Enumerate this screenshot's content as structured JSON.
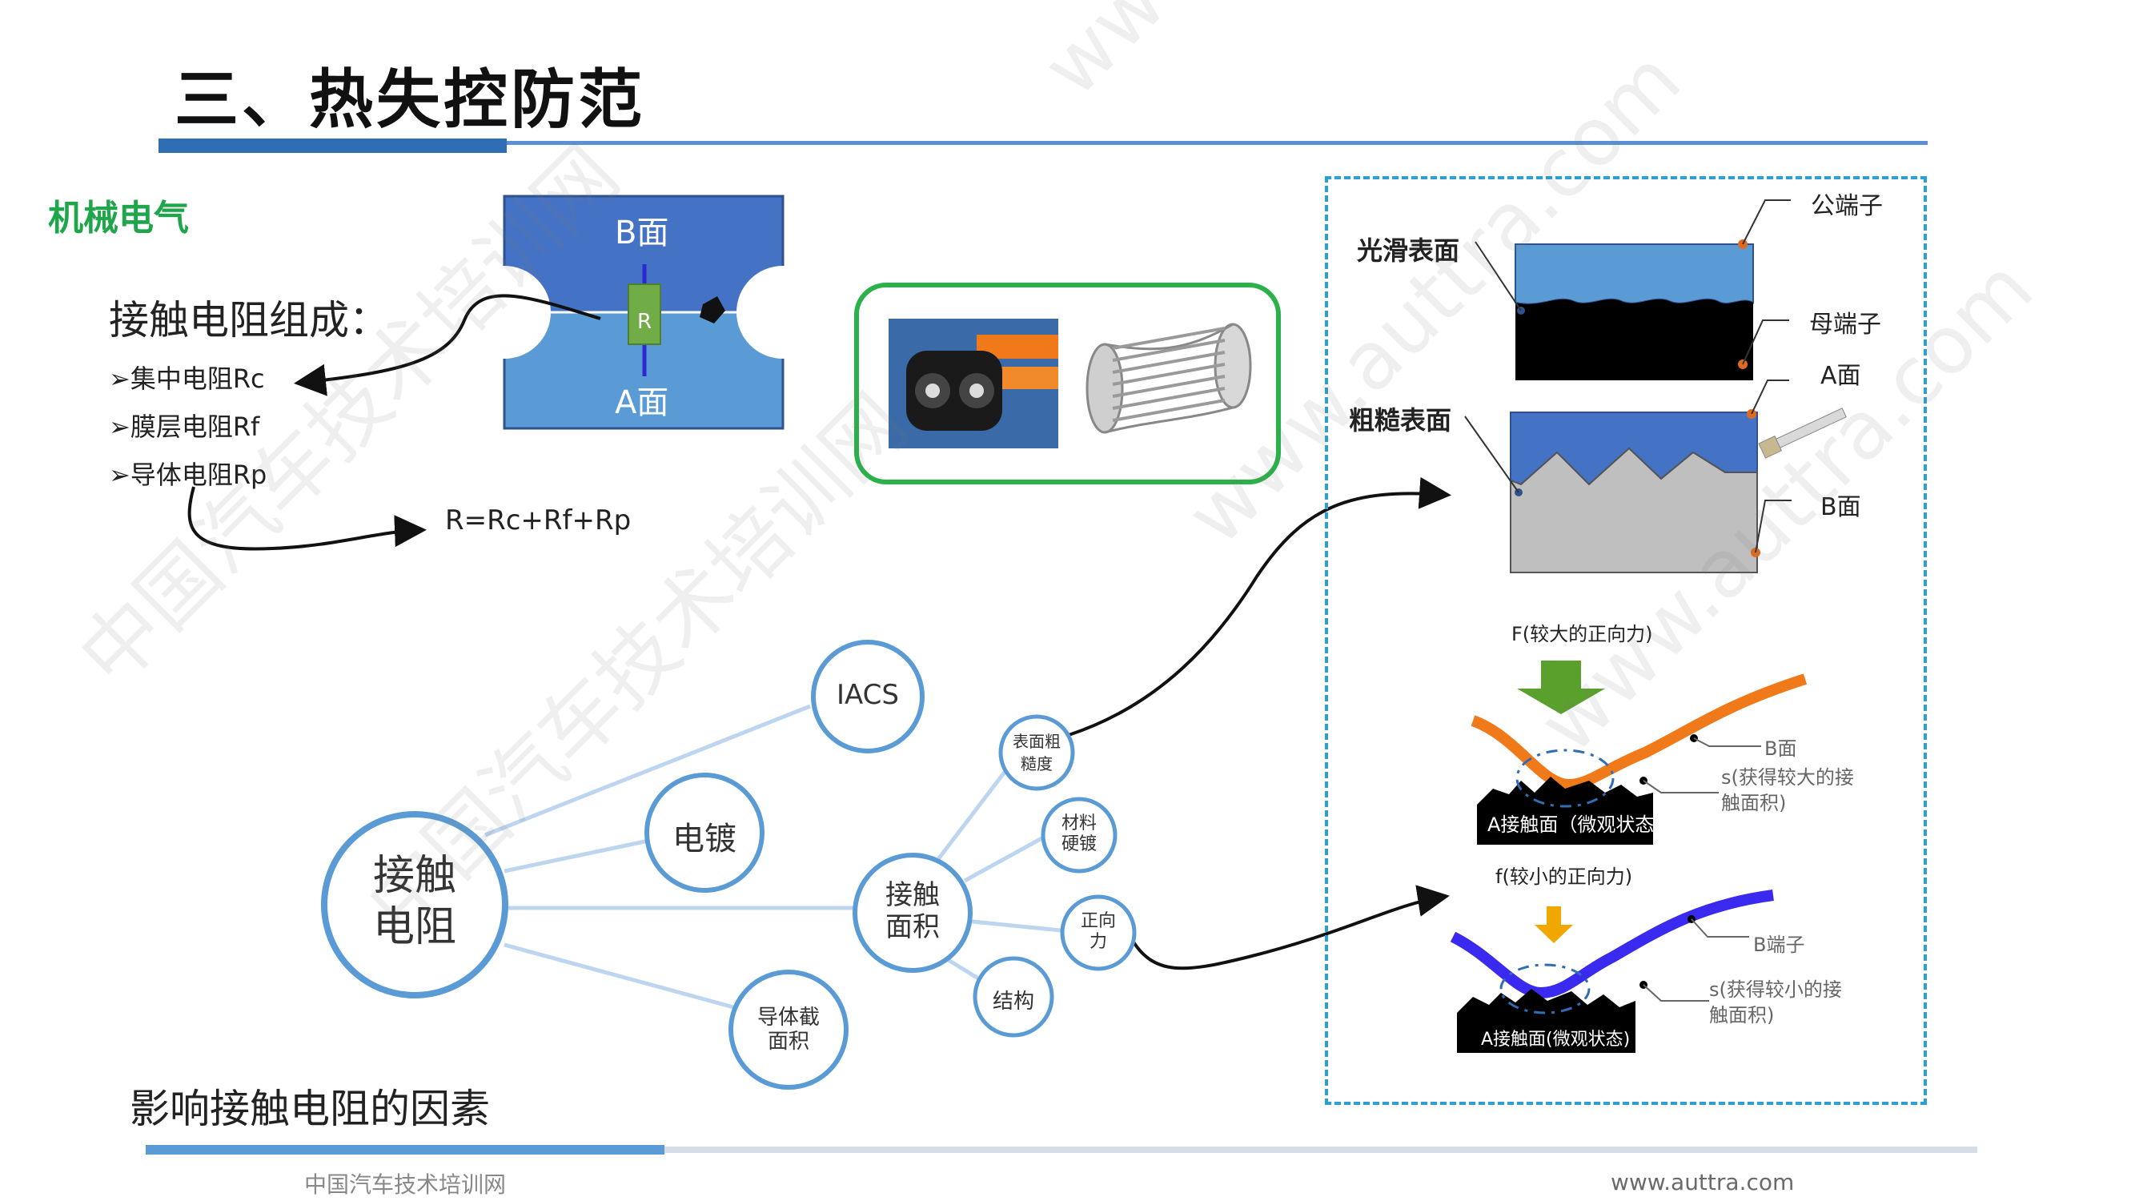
{
  "title": "三、热失控防范",
  "section": "机械电气",
  "contact": {
    "heading": "接触电阻组成：",
    "items": [
      "➢集中电阻Rc",
      "➢膜层电阻Rf",
      "➢导体电阻Rp"
    ],
    "formula": "R=Rc+Rf+Rp"
  },
  "interface_diagram": {
    "top_label": "B面",
    "bottom_label": "A面",
    "resistor": "R"
  },
  "surface_panel": {
    "male": "公端子",
    "smooth": "光滑表面",
    "female": "母端子",
    "a_face": "A面",
    "rough": "粗糙表面",
    "b_face": "B面",
    "force_large": "F(较大的正向力)",
    "b_face2": "B面",
    "area_large": "s(获得较大的接\n触面积)",
    "micro1": "A接触面（微观状态)",
    "force_small": "f(较小的正向力)",
    "b_terminal": "B端子",
    "area_small": "s(获得较小的接\n触面积)",
    "micro2": "A接触面(微观状态)"
  },
  "mindmap": {
    "root": "接触\n电阻",
    "iacs": "IACS",
    "plating": "电镀",
    "area": "接触\n面积",
    "cross": "导体截\n面积",
    "roughness": "表面粗\n糙度",
    "hardness": "材料\n硬镀",
    "force": "正向\n力",
    "structure": "结构"
  },
  "factor_title": "影响接触电阻的因素",
  "footer": {
    "left": "中国汽车技术培训网",
    "right": "www.auttra.com"
  },
  "watermark": "www.auttra.com"
}
